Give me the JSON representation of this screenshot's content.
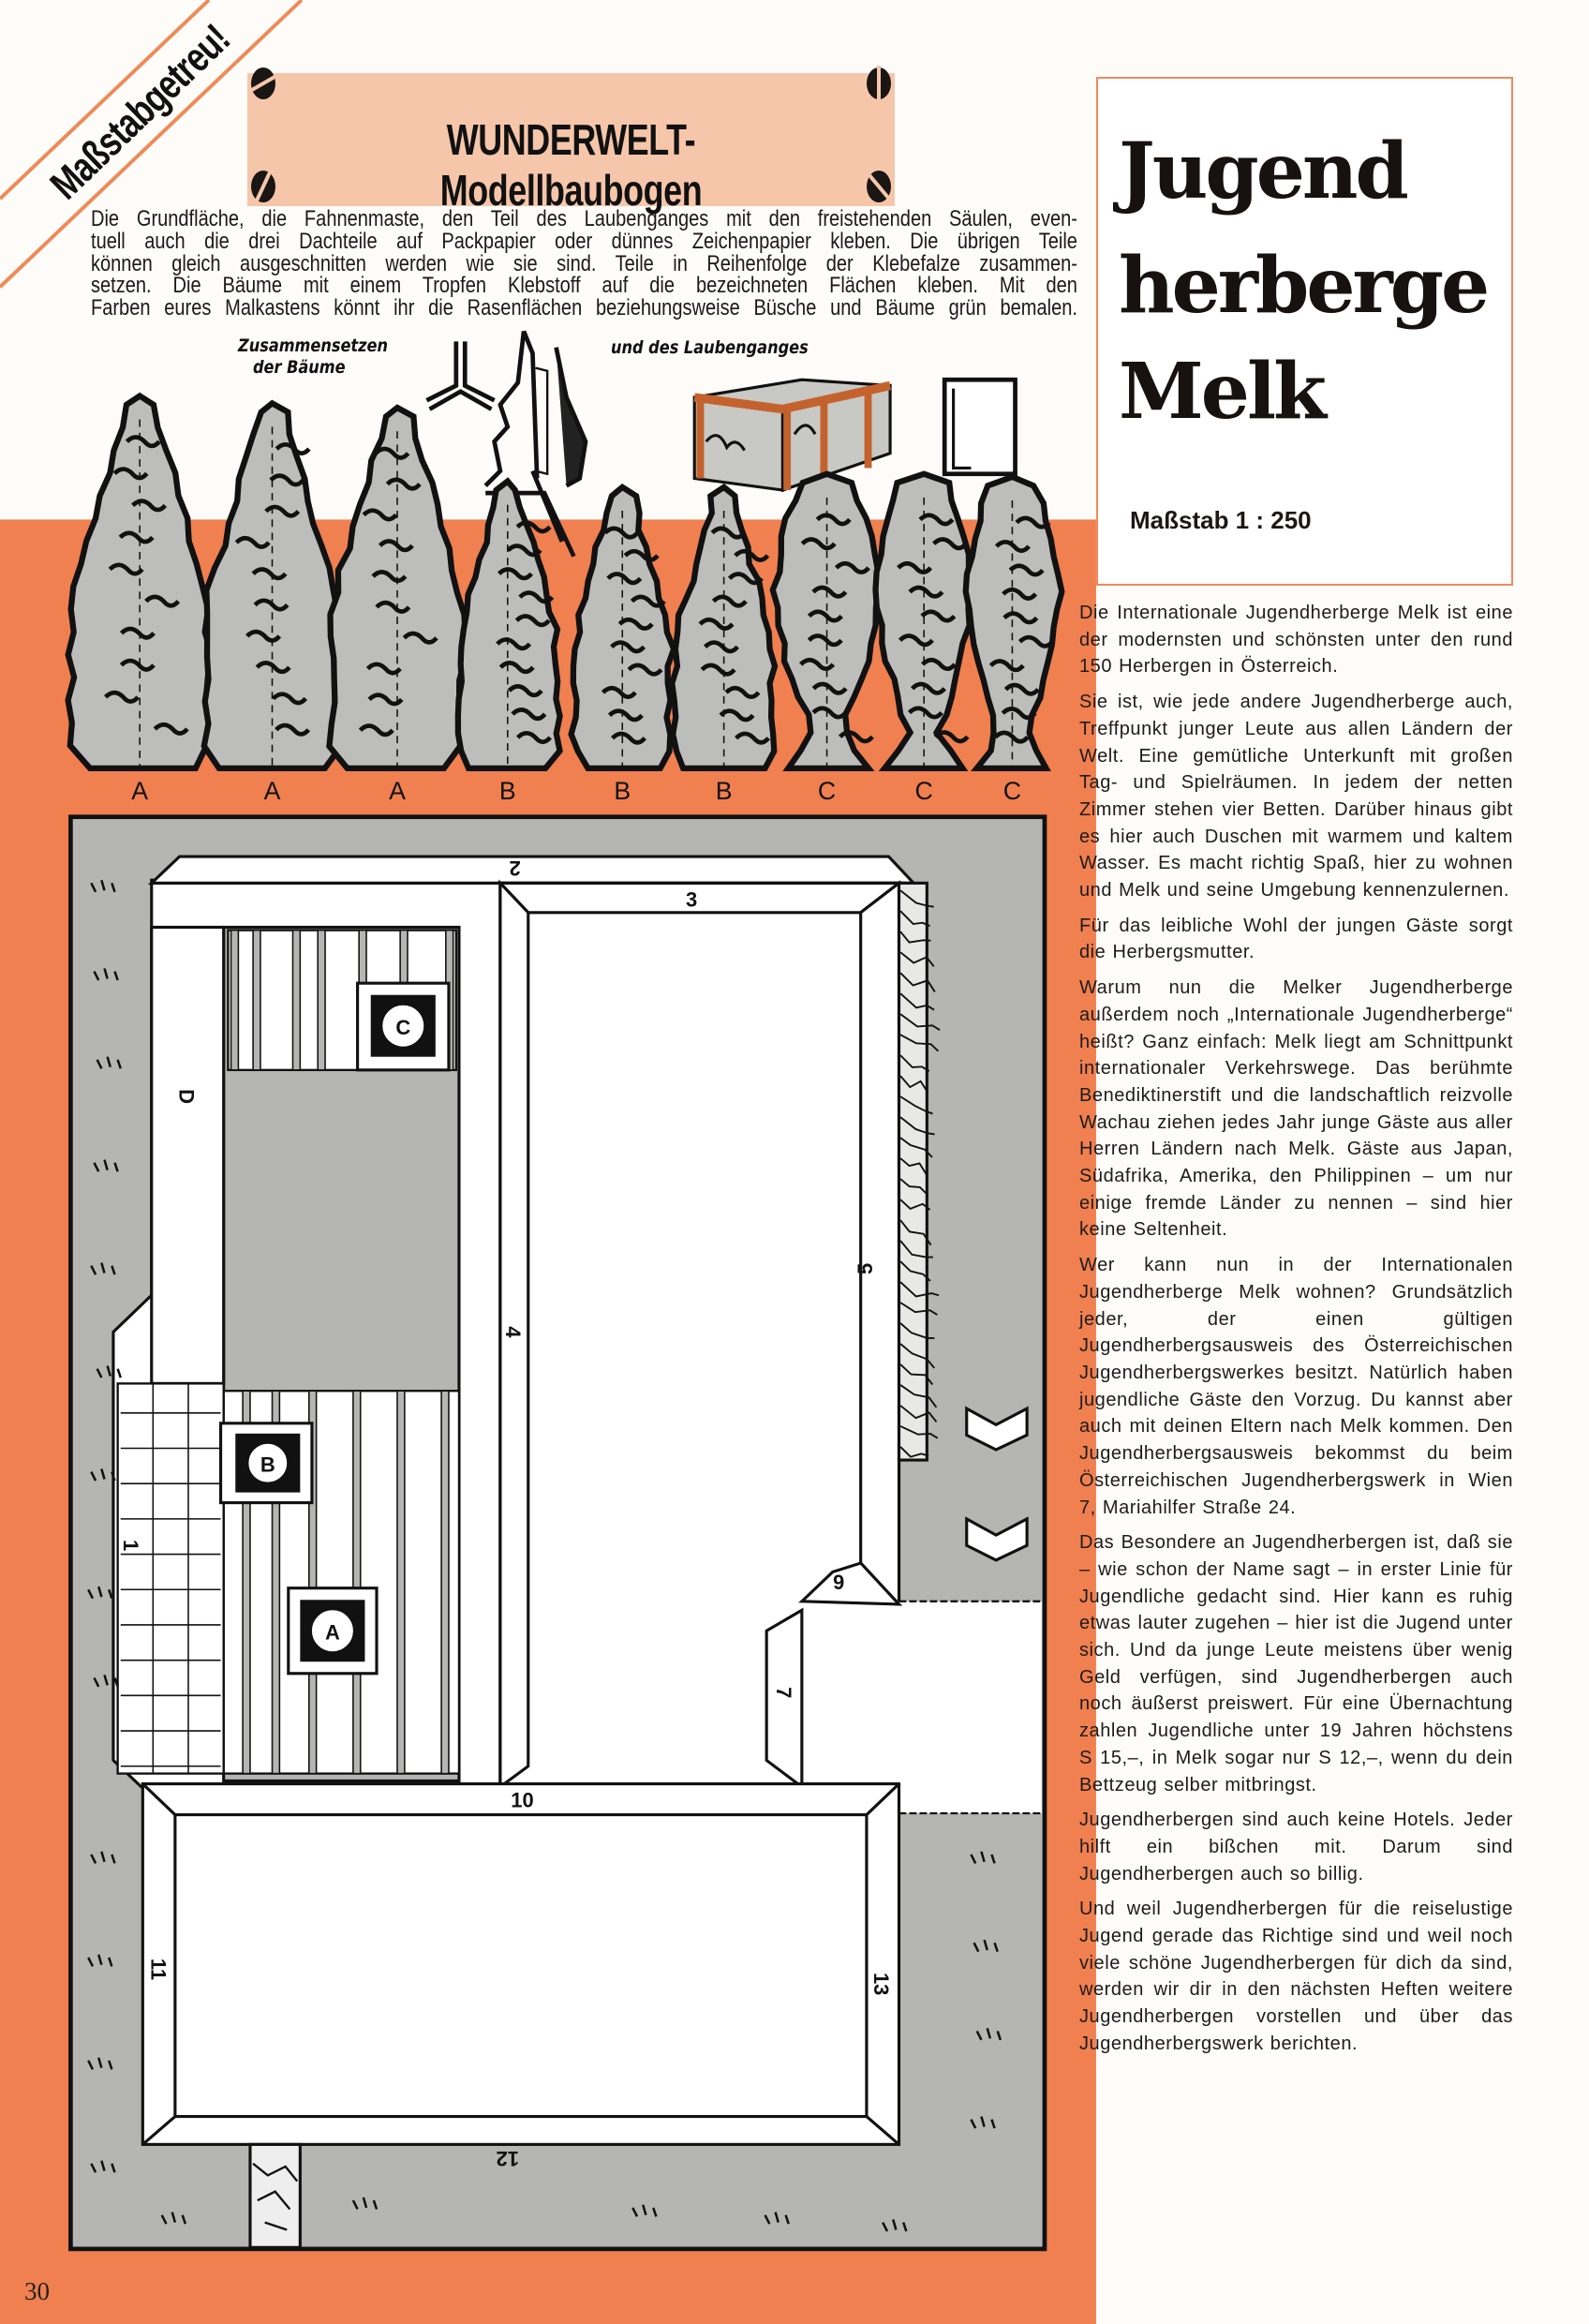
{
  "banner": "Maßstabgetreu!",
  "header": {
    "title": "WUNDERWELT-Modellbaubogen"
  },
  "instructions": [
    "Die Grundfläche, die Fahnenmaste, den Teil des Laubenganges mit den freistehenden Säulen, even-",
    "tuell auch die drei Dachteile auf Packpapier oder dünnes Zeichenpapier kleben. Die übrigen Teile",
    "können gleich ausgeschnitten werden wie sie sind. Teile in Reihenfolge der Klebefalze zusammen-",
    "setzen. Die Bäume mit einem Tropfen Klebstoff auf die bezeichneten Flächen kleben. Mit den",
    "Farben eures Malkastens könnt ihr die Rasenflächen beziehungsweise Büsche und Bäume grün bemalen."
  ],
  "diagram": {
    "trees_caption_line1": "Zusammensetzen",
    "trees_caption_line2": "der Bäume",
    "arcade_caption": "und des Laubenganges"
  },
  "trees": [
    {
      "label": "A"
    },
    {
      "label": "A"
    },
    {
      "label": "A"
    },
    {
      "label": "B"
    },
    {
      "label": "B"
    },
    {
      "label": "B"
    },
    {
      "label": "C"
    },
    {
      "label": "C"
    },
    {
      "label": "C"
    }
  ],
  "title_box": {
    "line1": "Jugend",
    "line2": "herberge",
    "line3": "Melk",
    "scale": "Maßstab 1 : 250"
  },
  "article": {
    "paragraphs": [
      "Die Internationale Jugendherberge Melk ist eine der modernsten und schönsten unter den rund 150 Herbergen in Österreich.",
      "Sie ist, wie jede andere Jugendherberge auch, Treffpunkt junger Leute aus allen Ländern der Welt. Eine gemütliche Unterkunft mit großen Tag- und Spielräumen. In jedem der netten Zimmer stehen vier Betten. Darüber hinaus gibt es hier auch Duschen mit warmem und kaltem Wasser. Es macht richtig Spaß, hier zu wohnen und Melk und seine Umgebung kennenzulernen.",
      "Für das leibliche Wohl der jungen Gäste sorgt die Herbergsmutter.",
      "Warum nun die Melker Jugendherberge außerdem noch „Internationale Jugendherberge“ heißt? Ganz einfach: Melk liegt am Schnittpunkt internationaler Verkehrswege. Das berühmte Benediktinerstift und die landschaftlich reizvolle Wachau ziehen jedes Jahr junge Gäste aus aller Herren Ländern nach Melk. Gäste aus Japan, Südafrika, Amerika, den Philippinen – um nur einige fremde Länder zu nennen – sind hier keine Seltenheit.",
      "Wer kann nun in der Internationalen Jugendherberge Melk wohnen? Grundsätzlich jeder, der einen gültigen Jugendherbergsausweis des Österreichischen Jugendherbergswerkes besitzt. Natürlich haben jugendliche Gäste den Vorzug. Du kannst aber auch mit deinen Eltern nach Melk kommen. Den Jugendherbergsausweis bekommst du beim Österreichischen Jugendherbergswerk in Wien 7, Mariahilfer Straße 24.",
      "Das Besondere an Jugendherbergen ist, daß sie – wie schon der Name sagt – in erster Linie für Jugendliche gedacht sind. Hier kann es ruhig etwas lauter zugehen – hier ist die Jugend unter sich. Und da junge Leute meistens über wenig Geld verfügen, sind Jugendherbergen auch noch äußerst preiswert. Für eine Übernachtung zahlen Jugendliche unter 19 Jahren höchstens S 15,–, in Melk sogar nur S 12,–, wenn du dein Bettzeug selber mitbringst.",
      "Jugendherbergen sind auch keine Hotels. Jeder hilft ein bißchen mit. Darum sind Jugendherbergen auch so billig.",
      "Und weil Jugendherbergen für die reiselustige Jugend gerade das Richtige sind und weil noch viele schöne Jugendherbergen für dich da sind, werden wir dir in den nächsten Heften weitere Jugendherbergen vorstellen und über das Jugendherbergswerk berichten."
    ]
  },
  "plan": {
    "labels": {
      "roof_2": "2",
      "roof_3": "3",
      "wing_4": "4",
      "roof_5": "5",
      "part_6": "6",
      "part_7": "7",
      "roof_10": "10",
      "roof_11": "11",
      "roof_12": "12",
      "roof_13": "13",
      "part_1": "1",
      "part_d": "D",
      "tree_spot_a": "A",
      "tree_spot_b": "B",
      "tree_spot_c": "C"
    }
  },
  "page_number": "30",
  "colors": {
    "orange": "#f0804f",
    "salmon": "#f6c6aa",
    "plan_gray": "#b5b5b3",
    "tree_gray": "#bdbdbb",
    "arcade_brown": "#c4622e"
  }
}
